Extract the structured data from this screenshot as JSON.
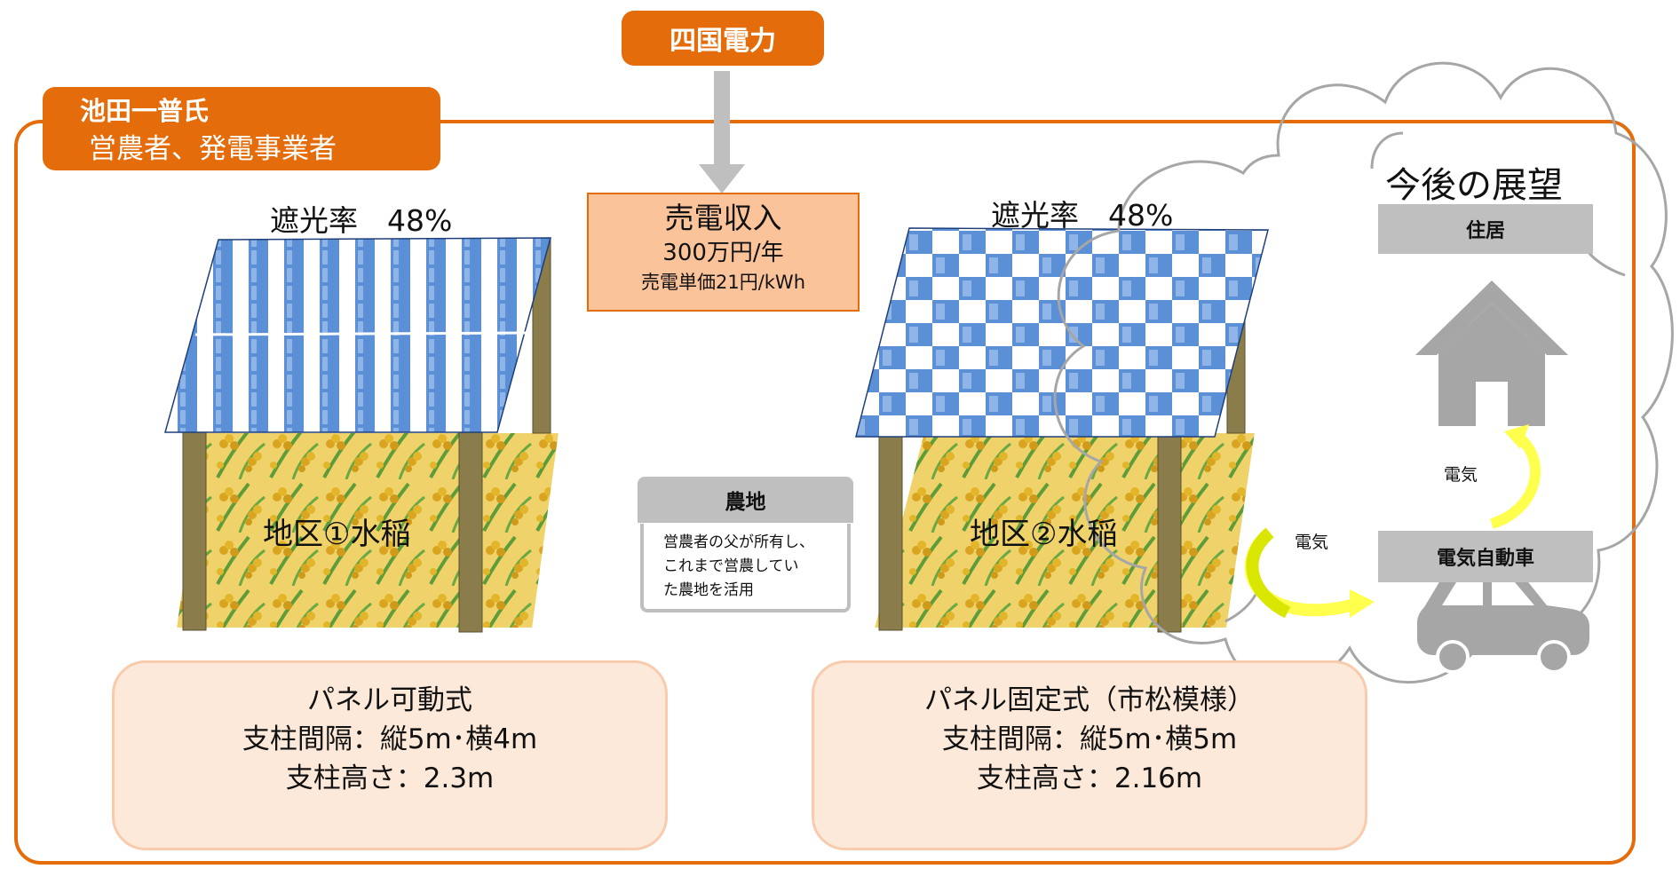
{
  "power_company": {
    "label": "四国電力"
  },
  "owner": {
    "name": "池田一普氏",
    "role": "営農者、発電事業者"
  },
  "revenue": {
    "title": "売電収入",
    "amount": "300万円/年",
    "unit_price": "売電単価21円/kWh"
  },
  "farmland": {
    "title": "農地",
    "lines": [
      "営農者の父が所有し、",
      "これまで営農してい",
      "た農地を活用"
    ]
  },
  "plot1": {
    "shading": "遮光率　48%",
    "label": "地区①水稲",
    "spec": [
      "パネル可動式",
      "支柱間隔：縦5m･横4m",
      "支柱高さ：2.3m"
    ]
  },
  "plot2": {
    "shading": "遮光率　48%",
    "label": "地区②水稲",
    "spec": [
      "パネル固定式（市松模様）",
      "支柱間隔：縦5m･横5m",
      "支柱高さ：2.16m"
    ]
  },
  "outlook": {
    "title": "今後の展望",
    "house_label": "住居",
    "ev_label": "電気自動車",
    "electricity_1": "電気",
    "electricity_2": "電気"
  },
  "colors": {
    "accent": "#e46c0a",
    "panel_blue": "#5b8fd6",
    "post": "#8b7d4b",
    "rice_bg": "#e8c84a",
    "grey_icon": "#a6a6a6"
  },
  "icons": [
    "house-icon",
    "car-icon",
    "down-arrow-icon",
    "cycle-arrow-icon"
  ]
}
